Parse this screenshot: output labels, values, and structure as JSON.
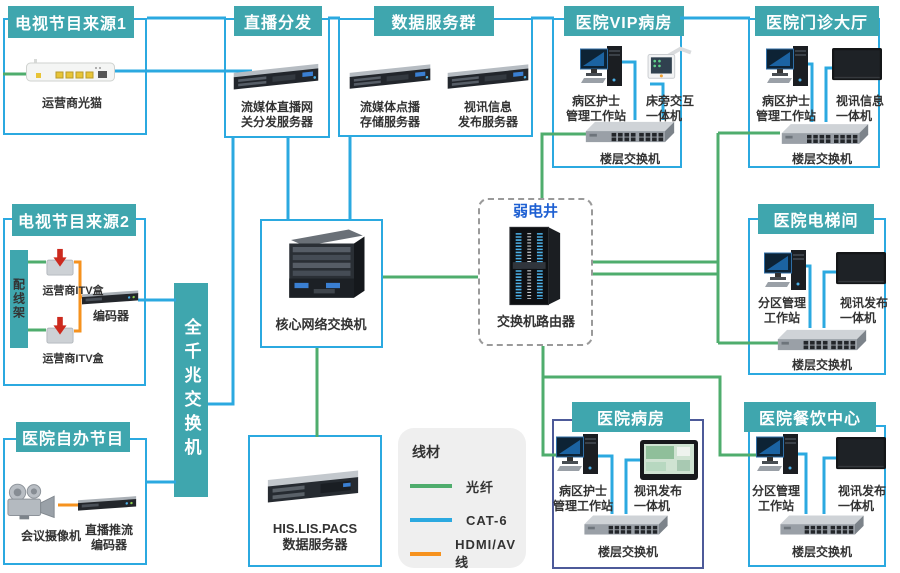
{
  "colors": {
    "fiber_green": "#4FAD6D",
    "cat6_blue": "#2BA9E0",
    "hdmi_orange": "#F6921E",
    "header_teal": "#3FA6AE",
    "ward_box_navy": "#4D5A99",
    "shaft_title_blue": "#1D5FD2"
  },
  "legend": {
    "title": "线材",
    "items": [
      {
        "label": "光纤",
        "type": "fiber"
      },
      {
        "label": "CAT-6",
        "type": "cat6"
      },
      {
        "label": "HDMI/AV线",
        "type": "hdmi"
      }
    ]
  },
  "groups": {
    "source1": {
      "title": "电视节目来源1",
      "modem_label": "运营商光猫"
    },
    "live_dist": {
      "title": "直播分发",
      "server_label": "流媒体直播网\n关分发服务器"
    },
    "data_services": {
      "title": "数据服务群",
      "server1_label": "流媒体点播\n存储服务器",
      "server2_label": "视讯信息\n发布服务器"
    },
    "vip_ward": {
      "title": "医院VIP病房",
      "workstation_label": "病区护士\n管理工作站",
      "device_label": "床旁交互\n一体机",
      "switch_label": "楼层交换机"
    },
    "outpatient_hall": {
      "title": "医院门诊大厅",
      "workstation_label": "病区护士\n管理工作站",
      "device_label": "视讯信息\n一体机",
      "switch_label": "楼层交换机"
    },
    "source2": {
      "title": "电视节目来源2",
      "patch_panel_label": "配线架",
      "itv1_label": "运营商ITV盒",
      "itv2_label": "运营商ITV盒",
      "encoder_label": "编码器"
    },
    "gigabit_switch": {
      "label": "全千兆交换机"
    },
    "core_switch": {
      "label": "核心网络交换机"
    },
    "shaft": {
      "title": "弱电井",
      "device_label": "交换机路由器"
    },
    "elevator": {
      "title": "医院电梯间",
      "workstation_label": "分区管理\n工作站",
      "device_label": "视讯发布\n一体机",
      "switch_label": "楼层交换机"
    },
    "self_program": {
      "title": "医院自办节目",
      "camera_label": "会议摄像机",
      "encoder_label": "直播推流\n编码器"
    },
    "his_server": {
      "label": "HIS.LIS.PACS\n数据服务器"
    },
    "ward": {
      "title": "医院病房",
      "workstation_label": "病区护士\n管理工作站",
      "device_label": "视讯发布\n一体机",
      "switch_label": "楼层交换机"
    },
    "dining": {
      "title": "医院餐饮中心",
      "workstation_label": "分区管理\n工作站",
      "device_label": "视讯发布\n一体机",
      "switch_label": "楼层交换机"
    }
  }
}
